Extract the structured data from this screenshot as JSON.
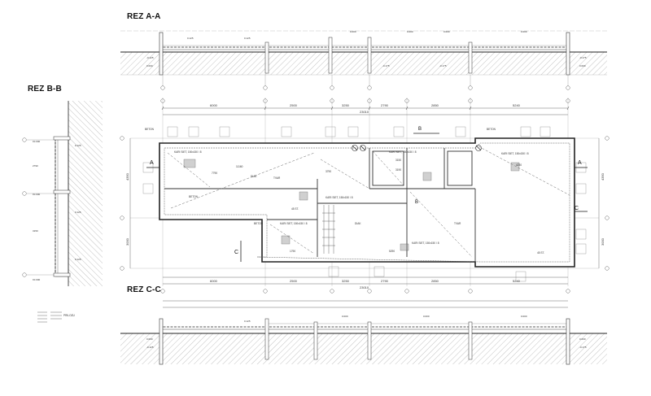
{
  "titles": {
    "section_aa": "REZ A-A",
    "section_bb": "REZ B-B",
    "section_cc": "REZ C-C"
  },
  "plan": {
    "top_dimensions": [
      "6000",
      "2500",
      "3250",
      "2790",
      "2850",
      "5240"
    ],
    "top_total": "23010",
    "bottom_dimensions": [
      "6000",
      "2500",
      "3250",
      "2790",
      "2850",
      "5240"
    ],
    "bottom_total": "23010",
    "left_dimensions": [
      "4350",
      "3000"
    ],
    "right_dimensions": [
      "4350",
      "3000"
    ],
    "section_marks": [
      "A",
      "A",
      "B",
      "B",
      "C",
      "C"
    ],
    "labels": {
      "l1": "KARI SIET, 150x150 / 8",
      "l2": "KARI SIET, 150x150 / 8",
      "l3": "KARI SIET, 150x150 / 8",
      "l4": "KARI SIET, 150x150 / 8",
      "l5": "KARI SIET, 150x150 / 8",
      "l6": "KARI SIET, 150x150 / 8",
      "d1": "11160",
      "d2": "7790",
      "d3": "3190",
      "d4": "4230",
      "d5": "5290",
      "d6": "1790",
      "d7": "3790",
      "d8": "3150",
      "n1": "BETON",
      "n2": "BETON",
      "n3": "BETON",
      "n4": "BETON",
      "n5": "DIAK",
      "n6": "DIAK",
      "n7": "TVAR",
      "n8": "TVAR",
      "n9": "45 ST.",
      "n10": "45 ST."
    }
  },
  "legend": "PRILOZU",
  "colors": {
    "line": "#333333",
    "hatch": "#888888",
    "paper": "#ffffff"
  }
}
